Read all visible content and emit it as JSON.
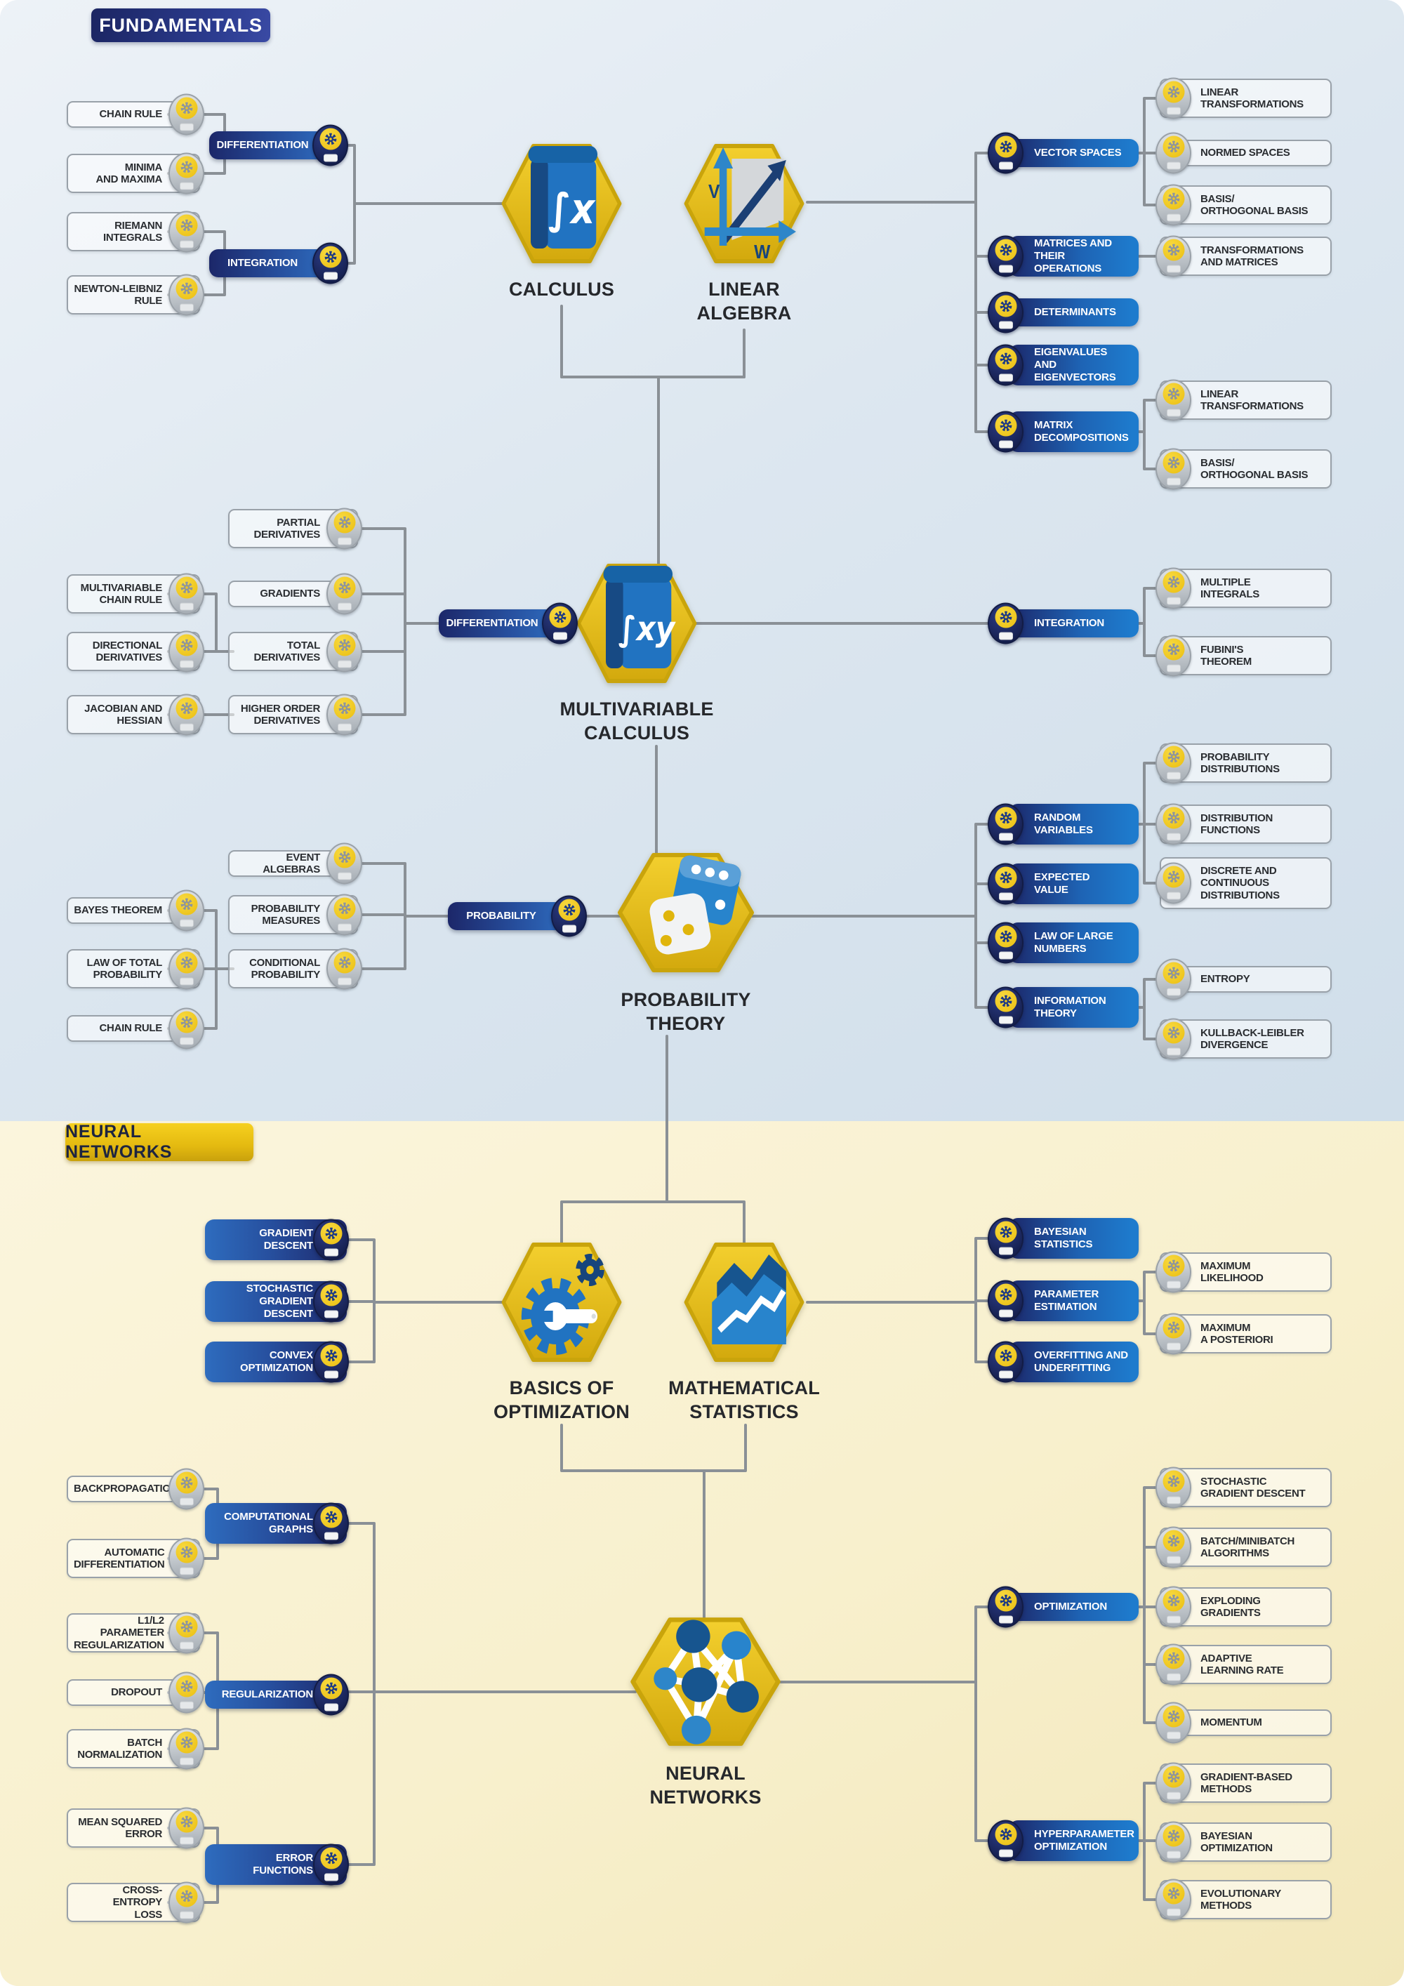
{
  "sections": {
    "fundamentals": "FUNDAMENTALS",
    "neural_networks": "NEURAL NETWORKS"
  },
  "centers": {
    "calculus": "CALCULUS",
    "linear-algebra": "LINEAR\nALGEBRA",
    "multivariable-calculus": "MULTIVARIABLE\nCALCULUS",
    "probability-theory": "PROBABILITY\nTHEORY",
    "basics-of-optimization": "BASICS OF\nOPTIMIZATION",
    "mathematical-statistics": "MATHEMATICAL\nSTATISTICS",
    "neural-networks-node": "NEURAL\nNETWORKS"
  },
  "icons": {
    "calculus_symbol": "∫x",
    "multivariable_symbol": "∫xy",
    "vector_v": "V",
    "vector_w": "W"
  },
  "nodes": {
    "chain-rule": "CHAIN RULE",
    "minima-and-maxima": "MINIMA\nAND MAXIMA",
    "riemann-integrals": "RIEMANN\nINTEGRALS",
    "newton-leibniz-rule": "NEWTON-LEIBNIZ\nRULE",
    "differentiation": "DIFFERENTIATION",
    "integration": "INTEGRATION",
    "vector-spaces": "VECTOR SPACES",
    "matrices-and-their-operations": "MATRICES AND\nTHEIR OPERATIONS",
    "determinants": "DETERMINANTS",
    "eigenvalues-and-eigenvectors": "EIGENVALUES\nAND EIGENVECTORS",
    "matrix-decompositions": "MATRIX\nDECOMPOSITIONS",
    "linear-transformations": "LINEAR\nTRANSFORMATIONS",
    "normed-spaces": "NORMED SPACES",
    "basis-orthogonal-basis": "BASIS/\nORTHOGONAL BASIS",
    "transformations-and-matrices": "TRANSFORMATIONS\nAND MATRICES",
    "linear-transformations-2": "LINEAR\nTRANSFORMATIONS",
    "basis-orthogonal-basis-2": "BASIS/\nORTHOGONAL BASIS",
    "multivariable-chain-rule": "MULTIVARIABLE\nCHAIN RULE",
    "directional-derivatives": "DIRECTIONAL\nDERIVATIVES",
    "jacobian-and-hessian": "JACOBIAN AND\nHESSIAN",
    "partial-derivatives": "PARTIAL\nDERIVATIVES",
    "gradients": "GRADIENTS",
    "total-derivatives": "TOTAL\nDERIVATIVES",
    "higher-order-derivatives": "HIGHER ORDER\nDERIVATIVES",
    "differentiation-2": "DIFFERENTIATION",
    "integration-2": "INTEGRATION",
    "multiple-integrals": "MULTIPLE\nINTEGRALS",
    "fubinis-theorem": "FUBINI'S\nTHEOREM",
    "bayes-theorem": "BAYES THEOREM",
    "law-of-total-probability": "LAW OF TOTAL\nPROBABILITY",
    "chain-rule-2": "CHAIN RULE",
    "event-algebras": "EVENT ALGEBRAS",
    "probability-measures": "PROBABILITY\nMEASURES",
    "conditional-probability": "CONDITIONAL\nPROBABILITY",
    "probability": "PROBABILITY",
    "random-variables": "RANDOM\nVARIABLES",
    "expected-value": "EXPECTED\nVALUE",
    "law-of-large-numbers": "LAW OF LARGE\nNUMBERS",
    "information-theory": "INFORMATION\nTHEORY",
    "probability-distributions": "PROBABILITY\nDISTRIBUTIONS",
    "distribution-functions": "DISTRIBUTION\nFUNCTIONS",
    "discrete-and-continuous-distributions": "DISCRETE AND\nCONTINUOUS\nDISTRIBUTIONS",
    "entropy": "ENTROPY",
    "kullback-leibler-divergence": "KULLBACK-LEIBLER\nDIVERGENCE",
    "gradient-descent": "GRADIENT\nDESCENT",
    "stochastic-gradient-descent": "STOCHASTIC\nGRADIENT DESCENT",
    "convex-optimization": "CONVEX\nOPTIMIZATION",
    "bayesian-statistics": "BAYESIAN\nSTATISTICS",
    "parameter-estimation": "PARAMETER\nESTIMATION",
    "overfitting-and-underfitting": "OVERFITTING AND\nUNDERFITTING",
    "maximum-likelihood": "MAXIMUM\nLIKELIHOOD",
    "ma": "MAXIMUM\nA POSTERIORI",
    "backpropagation": "BACKPROPAGATION",
    "automatic-differentiation": "AUTOMATIC\nDIFFERENTIATION",
    "computational-graphs": "COMPUTATIONAL\nGRAPHS",
    "l1l2-parameter-regularization": "L1/L2 PARAMETER\nREGULARIZATION",
    "dropout": "DROPOUT",
    "batch-normalization": "BATCH\nNORMALIZATION",
    "regularization": "REGULARIZATION",
    "mean-squared-error": "MEAN SQUARED\nERROR",
    "cross-entropy-loss": "CROSS-ENTROPY\nLOSS",
    "error-functions": "ERROR\nFUNCTIONS",
    "optimization": "OPTIMIZATION",
    "stochastic-gradient-descent-sgd": "STOCHASTIC\nGRADIENT DESCENT",
    "batch-minibatch-algorithms": "BATCH/MINIBATCH\nALGORITHMS",
    "exploding-gradients": "EXPLODING\nGRADIENTS",
    "adaptive-learning-rate": "ADAPTIVE\nLEARNING RATE",
    "momentum": "MOMENTUM",
    "hyperparameter-optimization": "HYPERPARAMETER\nOPTIMIZATION",
    "gradient-based-methods": "GRADIENT-BASED\nMETHODS",
    "bayesian-optimization": "BAYESIAN\nOPTIMIZATION",
    "evolutionary-methods": "EVOLUTIONARY\nMETHODS"
  },
  "colors": {
    "navy": "#1c2769",
    "blue": "#1e7bcd",
    "gold": "#edc51c",
    "silver": "#aab1b8",
    "line": "#8a9096",
    "bg_fundamentals": "#dde7f0",
    "bg_neural": "#f8f0cd"
  }
}
